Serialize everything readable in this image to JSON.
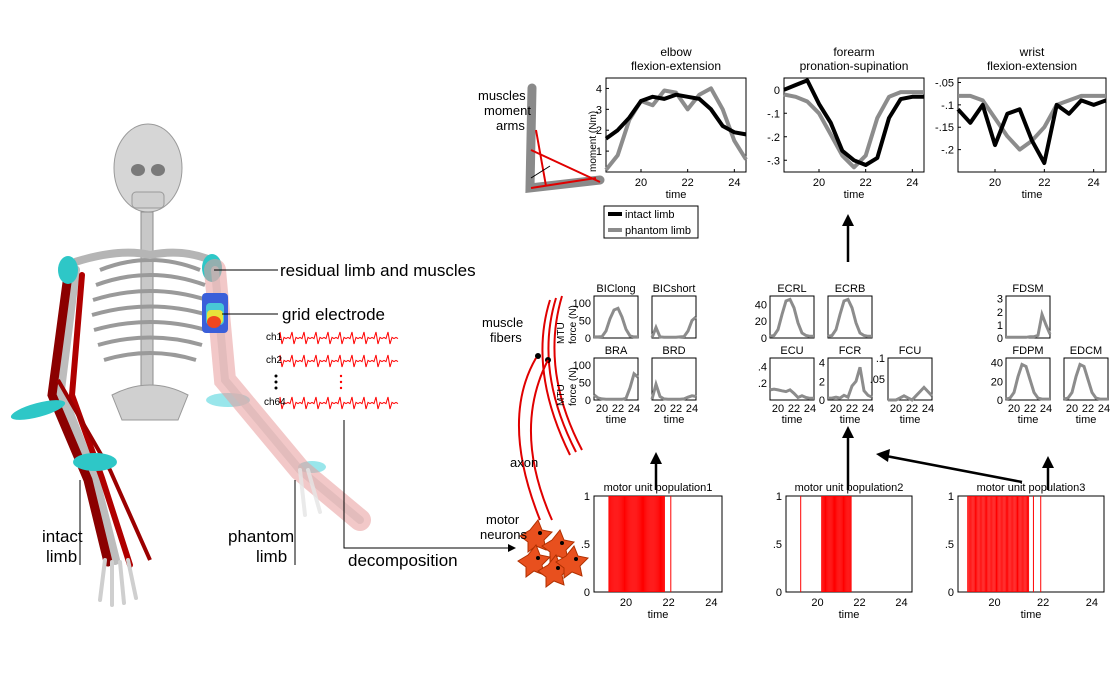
{
  "left": {
    "residual_label": "residual limb and muscles",
    "grid_label": "grid electrode",
    "channels": [
      "ch1",
      "ch2",
      "ch64"
    ],
    "intact_label_1": "intact",
    "intact_label_2": "limb",
    "phantom_label_1": "phantom",
    "phantom_label_2": "limb",
    "decomposition_label": "decomposition"
  },
  "middle": {
    "moment_arms_1": "muscles",
    "moment_arms_2": "moment",
    "moment_arms_3": "arms",
    "fibers_1": "muscle",
    "fibers_2": "fibers",
    "axon": "axon",
    "neurons_1": "motor",
    "neurons_2": "neurons"
  },
  "moment_panels": {
    "ylabel": "moment (Nm)",
    "xlabel": "time",
    "legend": {
      "intact": "intact limb",
      "phantom": "phantom limb"
    },
    "colors": {
      "intact": "#000000",
      "phantom": "#8c8c8c"
    }
  },
  "force_panels": {
    "ylabel_1": "MTU",
    "ylabel_2": "force (N)",
    "xlabel": "time"
  },
  "raster_panels": {
    "xlabel": "time",
    "color": "#ff0000"
  },
  "chart_data": [
    {
      "type": "line",
      "title_1": "elbow",
      "title_2": "flexion-extension",
      "xlim": [
        18.5,
        24.5
      ],
      "ylim": [
        0,
        4.5
      ],
      "xticks": [
        20,
        22,
        24
      ],
      "yticks": [
        1,
        2,
        3,
        4
      ],
      "series": [
        {
          "name": "intact limb",
          "x": [
            18.5,
            19,
            19.5,
            20,
            20.5,
            21,
            21.5,
            22,
            22.5,
            23,
            23.5,
            24,
            24.5
          ],
          "values": [
            1.6,
            2.0,
            2.6,
            3.4,
            3.6,
            3.5,
            3.7,
            3.6,
            3.5,
            3.0,
            2.2,
            1.9,
            1.8
          ]
        },
        {
          "name": "phantom limb",
          "x": [
            18.5,
            19,
            19.5,
            20,
            20.5,
            21,
            21.5,
            22,
            22.5,
            23,
            23.5,
            24,
            24.5
          ],
          "values": [
            0.1,
            0.8,
            2.5,
            3.4,
            3.2,
            3.9,
            3.8,
            3.0,
            3.7,
            4.0,
            3.0,
            1.5,
            0.6
          ]
        }
      ]
    },
    {
      "type": "line",
      "title_1": "forearm",
      "title_2": "pronation-supination",
      "xlim": [
        18.5,
        24.5
      ],
      "ylim": [
        -0.35,
        0.05
      ],
      "xticks": [
        20,
        22,
        24
      ],
      "yticks": [
        0,
        -0.1,
        -0.2,
        -0.3
      ],
      "series": [
        {
          "name": "intact limb",
          "x": [
            18.5,
            19,
            19.5,
            20,
            20.5,
            21,
            21.5,
            22,
            22.5,
            23,
            23.5,
            24,
            24.5
          ],
          "values": [
            0.0,
            0.02,
            0.04,
            -0.06,
            -0.14,
            -0.26,
            -0.3,
            -0.32,
            -0.29,
            -0.12,
            -0.04,
            -0.03,
            -0.03
          ]
        },
        {
          "name": "phantom limb",
          "x": [
            18.5,
            19,
            19.5,
            20,
            20.5,
            21,
            21.5,
            22,
            22.5,
            23,
            23.5,
            24,
            24.5
          ],
          "values": [
            -0.02,
            -0.03,
            -0.05,
            -0.1,
            -0.19,
            -0.28,
            -0.33,
            -0.28,
            -0.12,
            -0.03,
            -0.01,
            -0.01,
            -0.01
          ]
        }
      ]
    },
    {
      "type": "line",
      "title_1": "wrist",
      "title_2": "flexion-extension",
      "xlim": [
        18.5,
        24.5
      ],
      "ylim": [
        -0.25,
        -0.04
      ],
      "xticks": [
        20,
        22,
        24
      ],
      "yticks": [
        -0.05,
        -0.1,
        -0.15,
        -0.2
      ],
      "series": [
        {
          "name": "intact limb",
          "x": [
            18.5,
            19,
            19.5,
            20,
            20.5,
            21,
            21.5,
            22,
            22.5,
            23,
            23.5,
            24,
            24.5
          ],
          "values": [
            -0.11,
            -0.14,
            -0.1,
            -0.19,
            -0.12,
            -0.11,
            -0.18,
            -0.23,
            -0.1,
            -0.12,
            -0.09,
            -0.1,
            -0.09
          ]
        },
        {
          "name": "phantom limb",
          "x": [
            18.5,
            19,
            19.5,
            20,
            20.5,
            21,
            21.5,
            22,
            22.5,
            23,
            23.5,
            24,
            24.5
          ],
          "values": [
            -0.08,
            -0.08,
            -0.09,
            -0.13,
            -0.17,
            -0.2,
            -0.18,
            -0.15,
            -0.1,
            -0.09,
            -0.08,
            -0.08,
            -0.08
          ]
        }
      ]
    },
    {
      "type": "line",
      "title": "BIClong",
      "xlim": [
        19,
        24.5
      ],
      "ylim": [
        0,
        120
      ],
      "yticks": [
        0,
        50,
        100
      ],
      "x": [
        19,
        19.5,
        20,
        20.5,
        21,
        21.5,
        22,
        22.5,
        23,
        23.5,
        24,
        24.5
      ],
      "values": [
        3,
        3,
        4,
        20,
        55,
        80,
        85,
        60,
        25,
        6,
        3,
        3
      ]
    },
    {
      "type": "line",
      "title": "BICshort",
      "xlim": [
        19,
        24.5
      ],
      "ylim": [
        0,
        120
      ],
      "yticks": [],
      "x": [
        19,
        19.5,
        20,
        20.5,
        21,
        21.5,
        22,
        22.5,
        23,
        23.5,
        24,
        24.5
      ],
      "values": [
        1,
        30,
        3,
        2,
        2,
        2,
        2,
        3,
        4,
        20,
        50,
        60
      ]
    },
    {
      "type": "line",
      "title": "BRA",
      "xlim": [
        19,
        24.5
      ],
      "ylim": [
        0,
        120
      ],
      "yticks": [
        0,
        50,
        100
      ],
      "x": [
        19,
        19.5,
        20,
        20.5,
        21,
        21.5,
        22,
        22.5,
        23,
        23.5,
        24,
        24.5
      ],
      "values": [
        15,
        6,
        3,
        2,
        2,
        2,
        2,
        2,
        5,
        35,
        75,
        65
      ]
    },
    {
      "type": "line",
      "title": "BRD",
      "xlim": [
        19,
        24.5
      ],
      "ylim": [
        0,
        120
      ],
      "yticks": [],
      "x": [
        19,
        19.5,
        20,
        20.5,
        21,
        21.5,
        22,
        22.5,
        23,
        23.5,
        24,
        24.5
      ],
      "values": [
        2,
        45,
        10,
        3,
        2,
        2,
        2,
        2,
        3,
        8,
        12,
        10
      ]
    },
    {
      "type": "line",
      "title": "ECRL",
      "xlim": [
        19,
        24.5
      ],
      "ylim": [
        0,
        50
      ],
      "yticks": [
        0,
        20,
        40
      ],
      "x": [
        19,
        19.5,
        20,
        20.5,
        21,
        21.5,
        22,
        22.5,
        23,
        23.5,
        24,
        24.5
      ],
      "values": [
        2,
        3,
        10,
        28,
        44,
        46,
        36,
        18,
        6,
        3,
        2,
        2
      ]
    },
    {
      "type": "line",
      "title": "ECRB",
      "xlim": [
        19,
        24.5
      ],
      "ylim": [
        0,
        50
      ],
      "yticks": [],
      "x": [
        19,
        19.5,
        20,
        20.5,
        21,
        21.5,
        22,
        22.5,
        23,
        23.5,
        24,
        24.5
      ],
      "values": [
        2,
        3,
        10,
        28,
        44,
        46,
        36,
        18,
        6,
        3,
        2,
        2
      ]
    },
    {
      "type": "line",
      "title": "ECU",
      "xlim": [
        19,
        24.5
      ],
      "ylim": [
        0,
        0.5
      ],
      "yticks": [
        0.2,
        0.4
      ],
      "x": [
        19,
        19.5,
        20,
        20.5,
        21,
        21.5,
        22,
        22.5,
        23,
        23.5,
        24,
        24.5
      ],
      "values": [
        0.12,
        0.13,
        0.12,
        0.11,
        0.1,
        0.12,
        0.08,
        0.03,
        0.05,
        0.03,
        0.02,
        0.02
      ]
    },
    {
      "type": "line",
      "title": "FCR",
      "xlim": [
        19,
        24.5
      ],
      "ylim": [
        0,
        4.5
      ],
      "yticks": [
        0,
        2,
        4
      ],
      "x": [
        19,
        19.5,
        20,
        20.5,
        21,
        21.5,
        22,
        22.5,
        23,
        23.5,
        24,
        24.5
      ],
      "values": [
        0.2,
        0.2,
        0.3,
        0.2,
        0.5,
        0.3,
        1.5,
        2.0,
        3.5,
        1.0,
        0.5,
        0.3
      ]
    },
    {
      "type": "line",
      "title": "FCU",
      "xlim": [
        19,
        24.5
      ],
      "ylim": [
        0,
        0.1
      ],
      "yticks": [
        0.05,
        0.1
      ],
      "x": [
        19,
        19.5,
        20,
        20.5,
        21,
        21.5,
        22,
        22.5,
        23,
        23.5,
        24,
        24.5
      ],
      "values": [
        0.0,
        0.0,
        0.0,
        0.005,
        0.01,
        0.005,
        0.0,
        0.01,
        0.02,
        0.03,
        0.02,
        0.01
      ]
    },
    {
      "type": "line",
      "title": "FDSM",
      "xlim": [
        19,
        24.5
      ],
      "ylim": [
        0,
        3.2
      ],
      "yticks": [
        0,
        1,
        2,
        3
      ],
      "x": [
        19,
        19.5,
        20,
        20.5,
        21,
        21.5,
        22,
        22.5,
        23,
        23.5,
        24,
        24.5
      ],
      "values": [
        0.05,
        0.05,
        0.05,
        0.05,
        0.05,
        0.05,
        0.1,
        0.1,
        0.2,
        1.8,
        1.0,
        0.3
      ]
    },
    {
      "type": "line",
      "title": "FDPM",
      "xlim": [
        19,
        24.5
      ],
      "ylim": [
        0,
        45
      ],
      "yticks": [
        0,
        20,
        40
      ],
      "x": [
        19,
        19.5,
        20,
        20.5,
        21,
        21.5,
        22,
        22.5,
        23,
        23.5,
        24,
        24.5
      ],
      "values": [
        1,
        2,
        8,
        25,
        38,
        36,
        22,
        8,
        2,
        1,
        1,
        1
      ]
    },
    {
      "type": "line",
      "title": "EDCM",
      "xlim": [
        19,
        24.5
      ],
      "ylim": [
        0,
        45
      ],
      "yticks": [],
      "x": [
        19,
        19.5,
        20,
        20.5,
        21,
        21.5,
        22,
        22.5,
        23,
        23.5,
        24,
        24.5
      ],
      "values": [
        1,
        2,
        8,
        25,
        38,
        36,
        22,
        8,
        2,
        1,
        1,
        1
      ]
    },
    {
      "type": "raster",
      "title": "motor unit population1",
      "xlim": [
        18.5,
        24.5
      ],
      "ylim": [
        0,
        1
      ],
      "xticks": [
        20,
        22,
        24
      ],
      "yticks": [
        0,
        0.5,
        1
      ],
      "active_intervals": [
        [
          19.2,
          21.8
        ]
      ],
      "isolated_spikes": [
        22.1
      ]
    },
    {
      "type": "raster",
      "title": "motor unit population2",
      "xlim": [
        18.5,
        24.5
      ],
      "ylim": [
        0,
        1
      ],
      "xticks": [
        20,
        22,
        24
      ],
      "yticks": [
        0,
        0.5,
        1
      ],
      "active_intervals": [
        [
          20.2,
          21.6
        ]
      ],
      "isolated_spikes": [
        19.2
      ]
    },
    {
      "type": "raster",
      "title": "motor unit population3",
      "xlim": [
        18.5,
        24.5
      ],
      "ylim": [
        0,
        1
      ],
      "xticks": [
        20,
        22,
        24
      ],
      "yticks": [
        0,
        0.5,
        1
      ],
      "active_intervals": [
        [
          18.9,
          21.4
        ]
      ],
      "isolated_spikes": [
        21.6,
        21.9
      ]
    }
  ]
}
